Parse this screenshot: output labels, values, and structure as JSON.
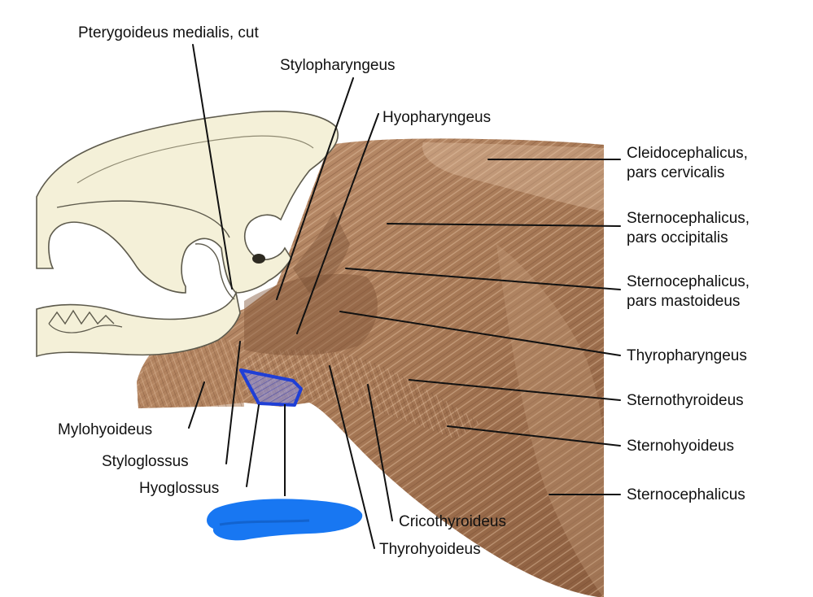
{
  "colors": {
    "muscle": "#a87a57",
    "muscle_dark": "#7a4f33",
    "muscle_light": "#d9b08f",
    "bone": "#f4f0d8",
    "bone_outline": "#5d5a4c",
    "leader": "#111111",
    "highlight_outline": "#1f3fd6",
    "highlight_fill": "#8d8fd6",
    "redaction": "#1877f2"
  },
  "labels": {
    "pterygoideus": "Pterygoideus medialis, cut",
    "stylopharyngeus": "Stylopharyngeus",
    "hyopharyngeus": "Hyopharyngeus",
    "cleido_1": "Cleidocephalicus,",
    "cleido_2": "pars cervicalis",
    "sterno_occ_1": "Sternocephalicus,",
    "sterno_occ_2": "pars occipitalis",
    "sterno_mast_1": "Sternocephalicus,",
    "sterno_mast_2": "pars mastoideus",
    "thyropharyngeus": "Thyropharyngeus",
    "sternothyroideus": "Sternothyroideus",
    "sternohyoideus": "Sternohyoideus",
    "sternocephalicus": "Sternocephalicus",
    "cricothyroideus": "Cricothyroideus",
    "thyrohyoideus": "Thyrohyoideus",
    "mylohyoideus": "Mylohyoideus",
    "styloglossus": "Styloglossus",
    "hyoglossus": "Hyoglossus"
  }
}
